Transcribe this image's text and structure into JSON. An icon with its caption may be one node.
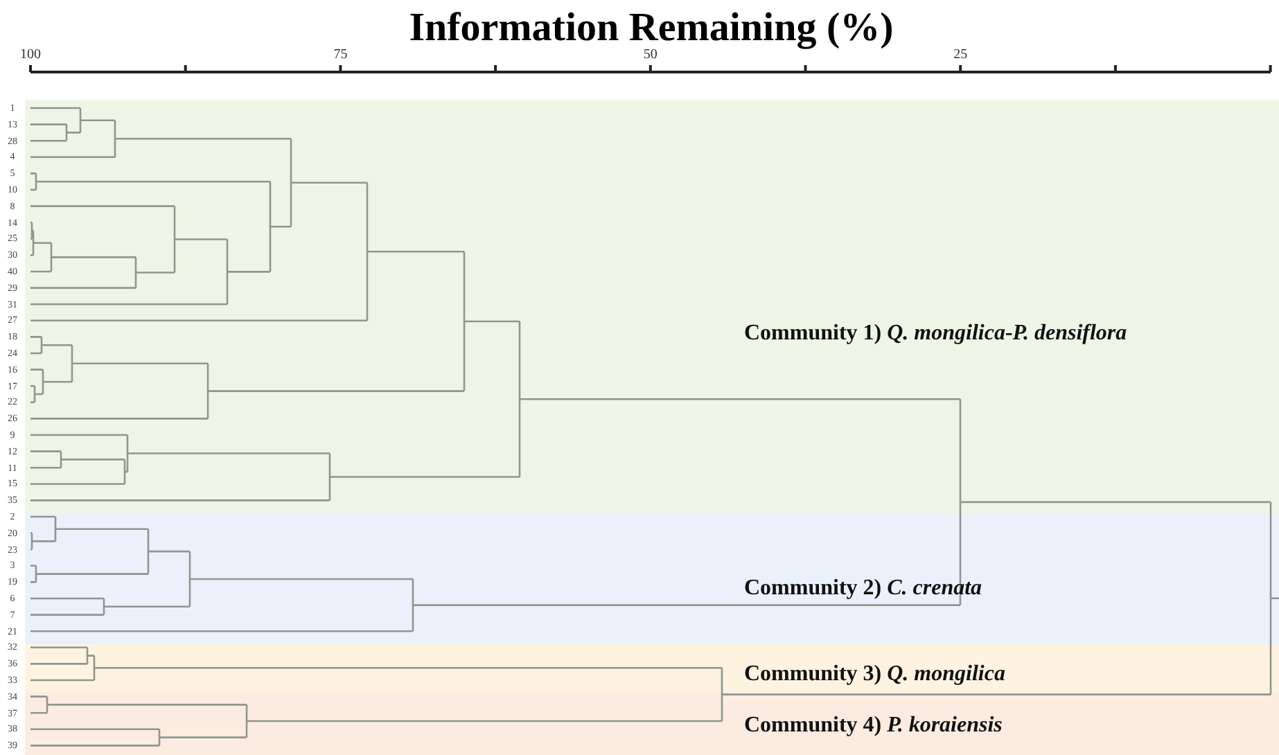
{
  "diagram": {
    "title": "Information Remaining (%)",
    "nodes": [
      {
        "text": [
          "Community 1) *Q. mongilica-P. densiflora*"
        ]
      },
      {
        "text": [
          "Community 2) *C. crenata*"
        ]
      },
      {
        "text": [
          "Community 3) *Q. mongilica*"
        ]
      },
      {
        "text": [
          "Community 4) *P. koraiensis*"
        ]
      }
    ],
    "labels": [
      "100",
      "75",
      "50",
      "25",
      "1",
      "13",
      "28",
      "4",
      "5",
      "10",
      "8",
      "14",
      "25",
      "30",
      "40",
      "29",
      "31",
      "27",
      "18",
      "24",
      "16",
      "17",
      "22",
      "26",
      "9",
      "12",
      "11",
      "15",
      "35",
      "2",
      "20",
      "23",
      "3",
      "19",
      "6",
      "7",
      "21",
      "32",
      "36",
      "33",
      "34",
      "37",
      "38",
      "39"
    ]
  }
}
